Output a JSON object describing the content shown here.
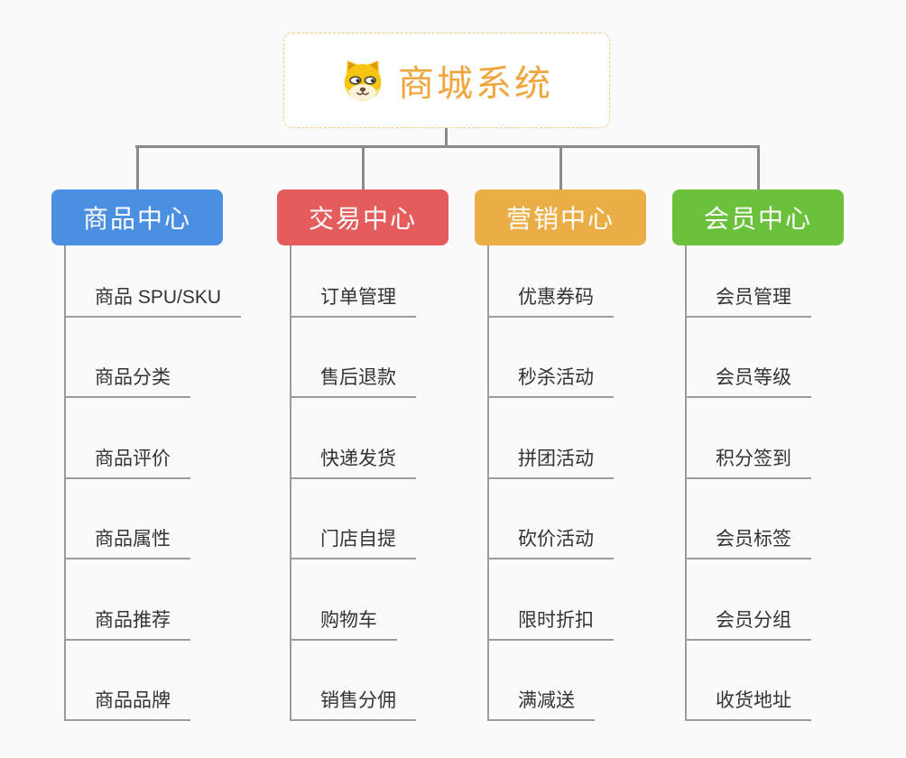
{
  "root": {
    "title": "商城系统",
    "icon": "dog-face-icon",
    "title_color": "#f0a63c",
    "border_color": "#f3cb86"
  },
  "connector_color": "#8a8a8a",
  "leaf_line_color": "#9c9c9c",
  "background_color": "#fafafa",
  "branches": [
    {
      "label": "商品中心",
      "color": "#4b8fe2",
      "children": [
        "商品 SPU/SKU",
        "商品分类",
        "商品评价",
        "商品属性",
        "商品推荐",
        "商品品牌"
      ]
    },
    {
      "label": "交易中心",
      "color": "#e45c5c",
      "children": [
        "订单管理",
        "售后退款",
        "快递发货",
        "门店自提",
        "购物车",
        "销售分佣"
      ]
    },
    {
      "label": "营销中心",
      "color": "#ebad45",
      "children": [
        "优惠券码",
        "秒杀活动",
        "拼团活动",
        "砍价活动",
        "限时折扣",
        "满减送"
      ]
    },
    {
      "label": "会员中心",
      "color": "#6cc13c",
      "children": [
        "会员管理",
        "会员等级",
        "积分签到",
        "会员标签",
        "会员分组",
        "收货地址"
      ]
    }
  ]
}
